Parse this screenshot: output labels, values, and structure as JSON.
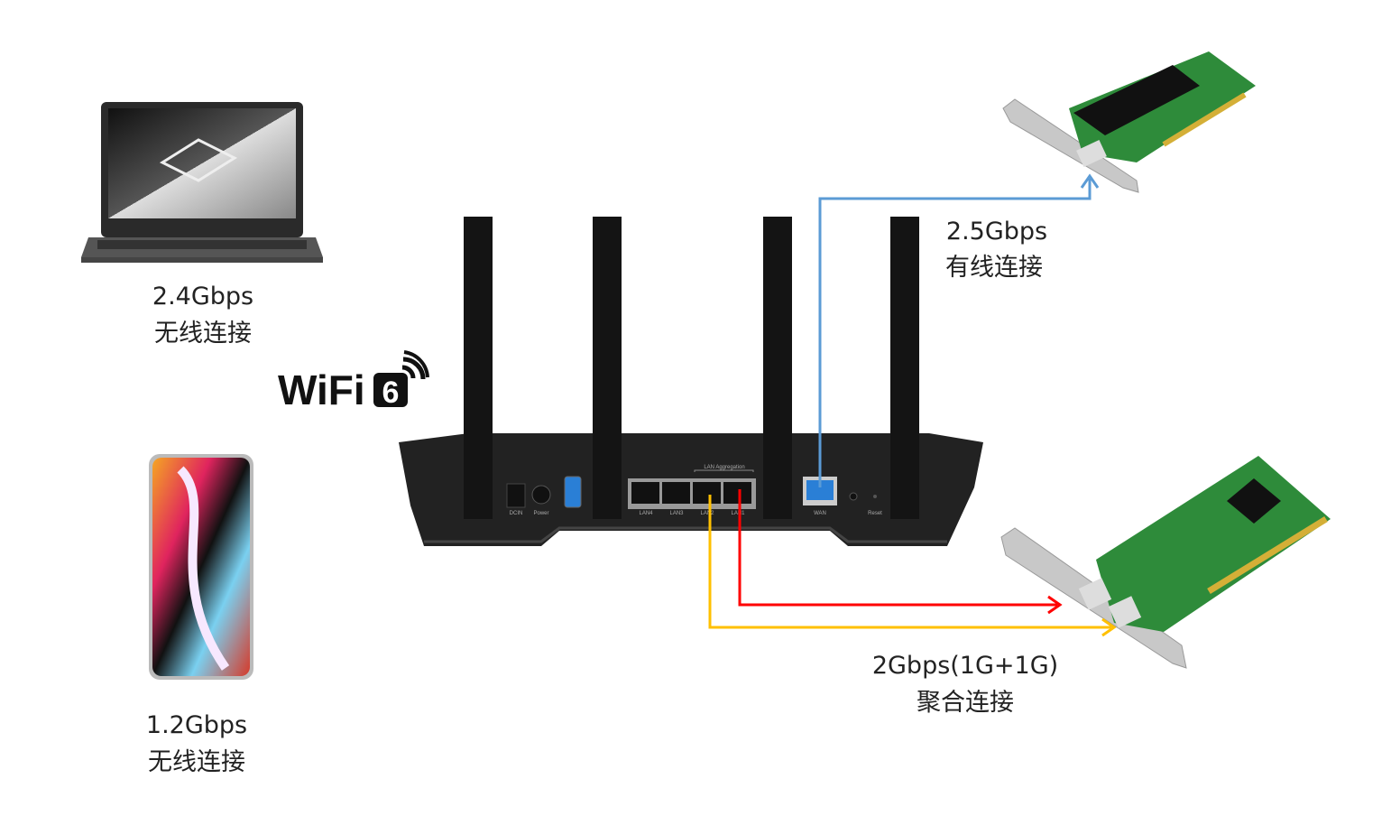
{
  "colors": {
    "wan_line": "#5b9bd5",
    "lan1_line": "#ff0000",
    "lan2_line": "#ffc000",
    "router": "#222222",
    "pcb": "#2e8b3a"
  },
  "devices": {
    "laptop": {
      "speed": "2.4Gbps",
      "type": "无线连接"
    },
    "phone": {
      "speed": "1.2Gbps",
      "type": "无线连接"
    },
    "nic_single": {
      "speed": "2.5Gbps",
      "type": "有线连接"
    },
    "nic_dual": {
      "speed": "2Gbps(1G+1G)",
      "type": "聚合连接"
    }
  },
  "logo": {
    "text": "WiFi",
    "number": "6"
  },
  "router": {
    "aggregation_label": "LAN Aggregation",
    "port_labels": [
      "DCIN",
      "Power",
      "LAN4",
      "LAN3",
      "LAN2",
      "LAN1",
      "WAN",
      "Reset"
    ]
  }
}
